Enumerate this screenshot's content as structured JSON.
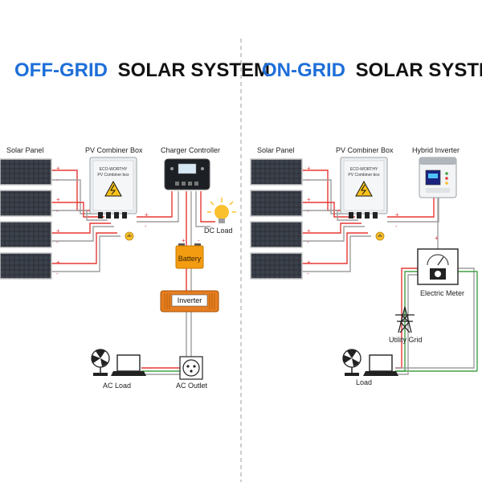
{
  "colors": {
    "accent_blue": "#1e6fd9",
    "title_black": "#111111",
    "wire_red": "#e53935",
    "wire_gray": "#9e9e9e",
    "wire_green": "#43a047",
    "battery_orange": "#f39c12",
    "inverter_orange": "#e67e22",
    "dc_load_yellow": "#fbc02d"
  },
  "off_grid": {
    "title_accent": "OFF-GRID",
    "title_rest": "SOLAR SYSTEM",
    "labels": {
      "solar_panel": "Solar Panel",
      "combiner_box": "PV Combiner Box",
      "charger_controller": "Charger Controller",
      "dc_load": "DC Load",
      "battery": "Battery",
      "inverter": "Inverter",
      "ac_load": "AC Load",
      "ac_outlet": "AC Outlet"
    },
    "combiner_brand": "ECO-WORTHY",
    "combiner_subtitle": "PV Combiner box"
  },
  "on_grid": {
    "title_accent": "ON-GRID",
    "title_rest": "SOLAR SYSTEM",
    "labels": {
      "solar_panel": "Solar Panel",
      "combiner_box": "PV Combiner Box",
      "hybrid_inverter": "Hybrid Inverter",
      "electric_meter": "Electric Meter",
      "utility_grid": "Utility Grid",
      "load": "Load"
    },
    "combiner_brand": "ECO-WORTHY",
    "combiner_subtitle": "PV Combiner box"
  },
  "polarity": {
    "plus": "+",
    "minus": "-"
  }
}
